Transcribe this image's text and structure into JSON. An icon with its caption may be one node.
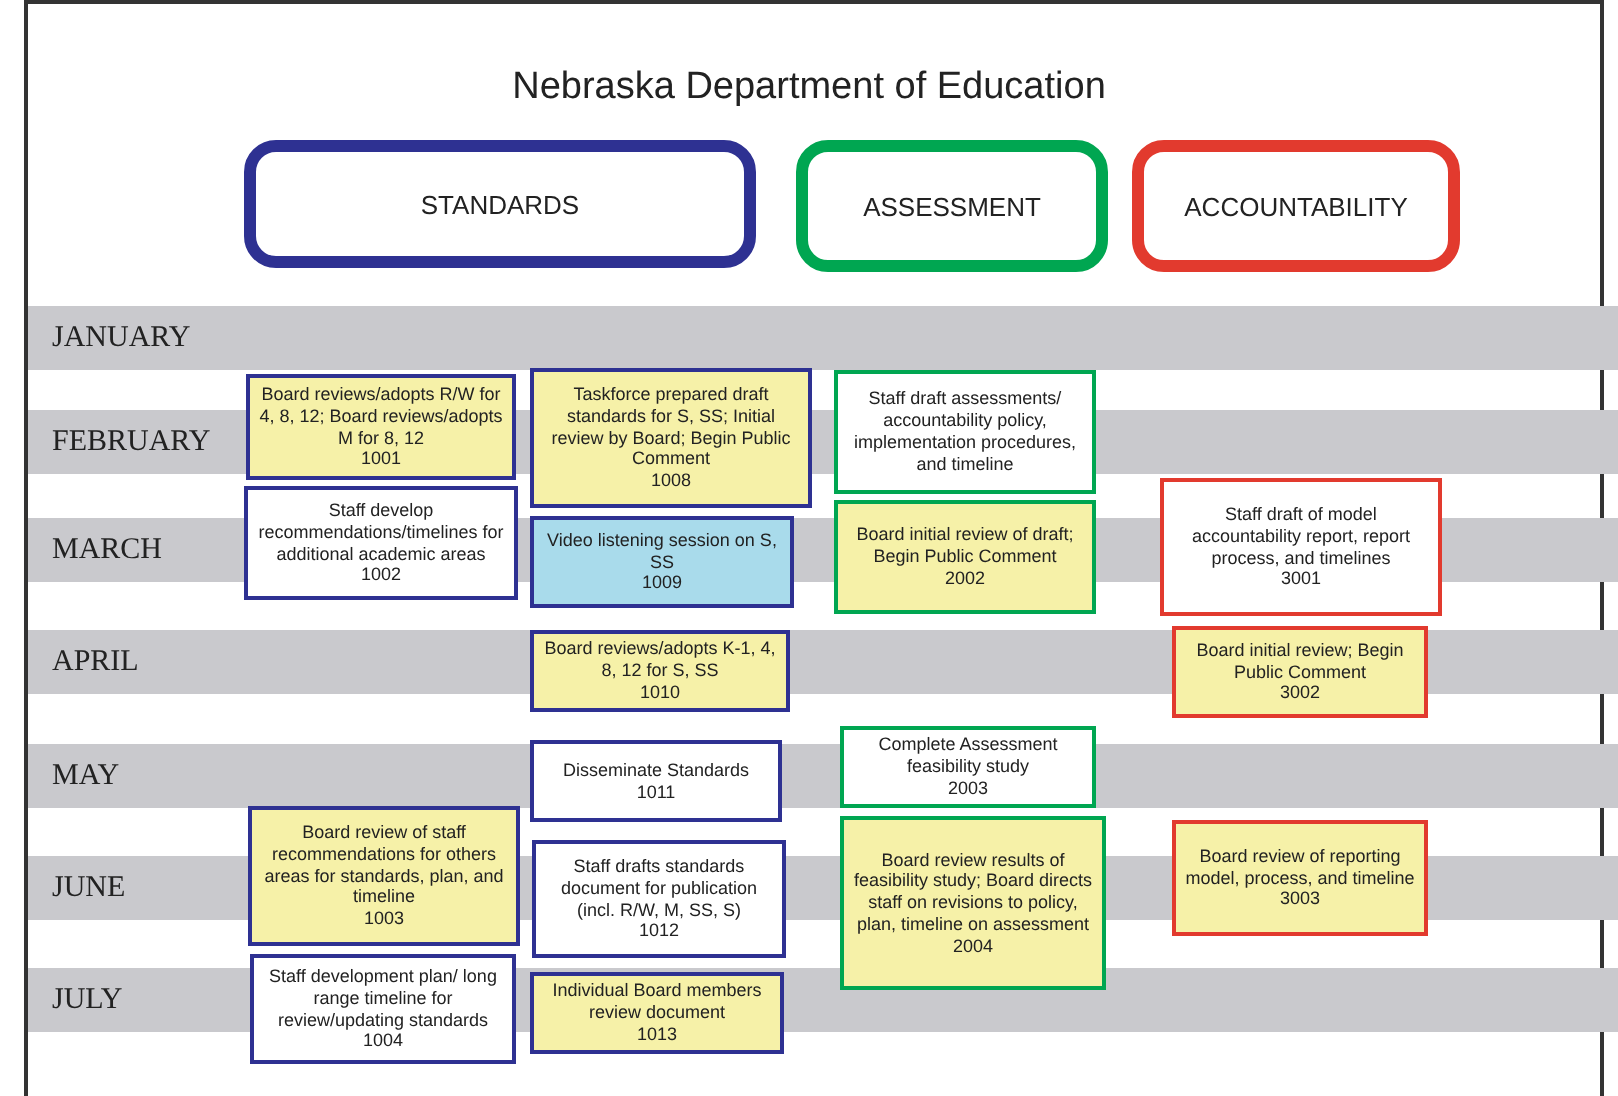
{
  "diagram": {
    "title": "Nebraska Department of Education",
    "nodes": [
      {
        "text": [
          "STANDARDS"
        ]
      },
      {
        "text": [
          "ASSESSMENT"
        ]
      },
      {
        "text": [
          "ACCOUNTABILITY"
        ]
      },
      {
        "text": [
          "JANUARY"
        ]
      },
      {
        "text": [
          "FEBRUARY"
        ]
      },
      {
        "text": [
          "Board reviews/adopts R/W for 4, 8, 12; Board reviews/adopts M for 8, 12",
          "1001"
        ]
      },
      {
        "text": [
          "Taskforce prepared draft standards for S, SS; Initial review by Board; Begin Public Comment",
          "1008"
        ]
      },
      {
        "text": [
          "Staff draft assessments/ accountability policy, implementation procedures, and timeline"
        ]
      },
      {
        "text": [
          "MARCH"
        ]
      },
      {
        "text": [
          "Staff develop recommendations/timelines for additional academic areas",
          "1002"
        ]
      },
      {
        "text": [
          "Video listening session on S, SS",
          "1009"
        ]
      },
      {
        "text": [
          "Board initial review of draft; Begin Public Comment",
          "2002"
        ]
      },
      {
        "text": [
          "Staff draft of model accountability report, report process, and timelines",
          "3001"
        ]
      },
      {
        "text": [
          "APRIL"
        ]
      },
      {
        "text": [
          "Board reviews/adopts K-1, 4, 8, 12 for S, SS",
          "1010"
        ]
      },
      {
        "text": [
          "Board initial review; Begin Public Comment",
          "3002"
        ]
      },
      {
        "text": [
          "MAY"
        ]
      },
      {
        "text": [
          "Disseminate Standards",
          "1011"
        ]
      },
      {
        "text": [
          "Complete Assessment feasibility study",
          "2003"
        ]
      },
      {
        "text": [
          "JUNE"
        ]
      },
      {
        "text": [
          "Board review of staff recommendations for others areas for standards, plan, and timeline",
          "1003"
        ]
      },
      {
        "text": [
          "Staff drafts standards document for publication (incl. R/W, M, SS, S)",
          "1012"
        ]
      },
      {
        "text": [
          "Board review results of feasibility study; Board directs staff on revisions to policy, plan, timeline on assessment",
          "2004"
        ]
      },
      {
        "text": [
          "Board review of reporting model, process, and timeline",
          "3003"
        ]
      },
      {
        "text": [
          "JULY"
        ]
      },
      {
        "text": [
          "Staff development plan/ long range timeline for review/updating standards",
          "1004"
        ]
      },
      {
        "text": [
          "Individual Board members review document",
          "1013"
        ]
      }
    ]
  }
}
